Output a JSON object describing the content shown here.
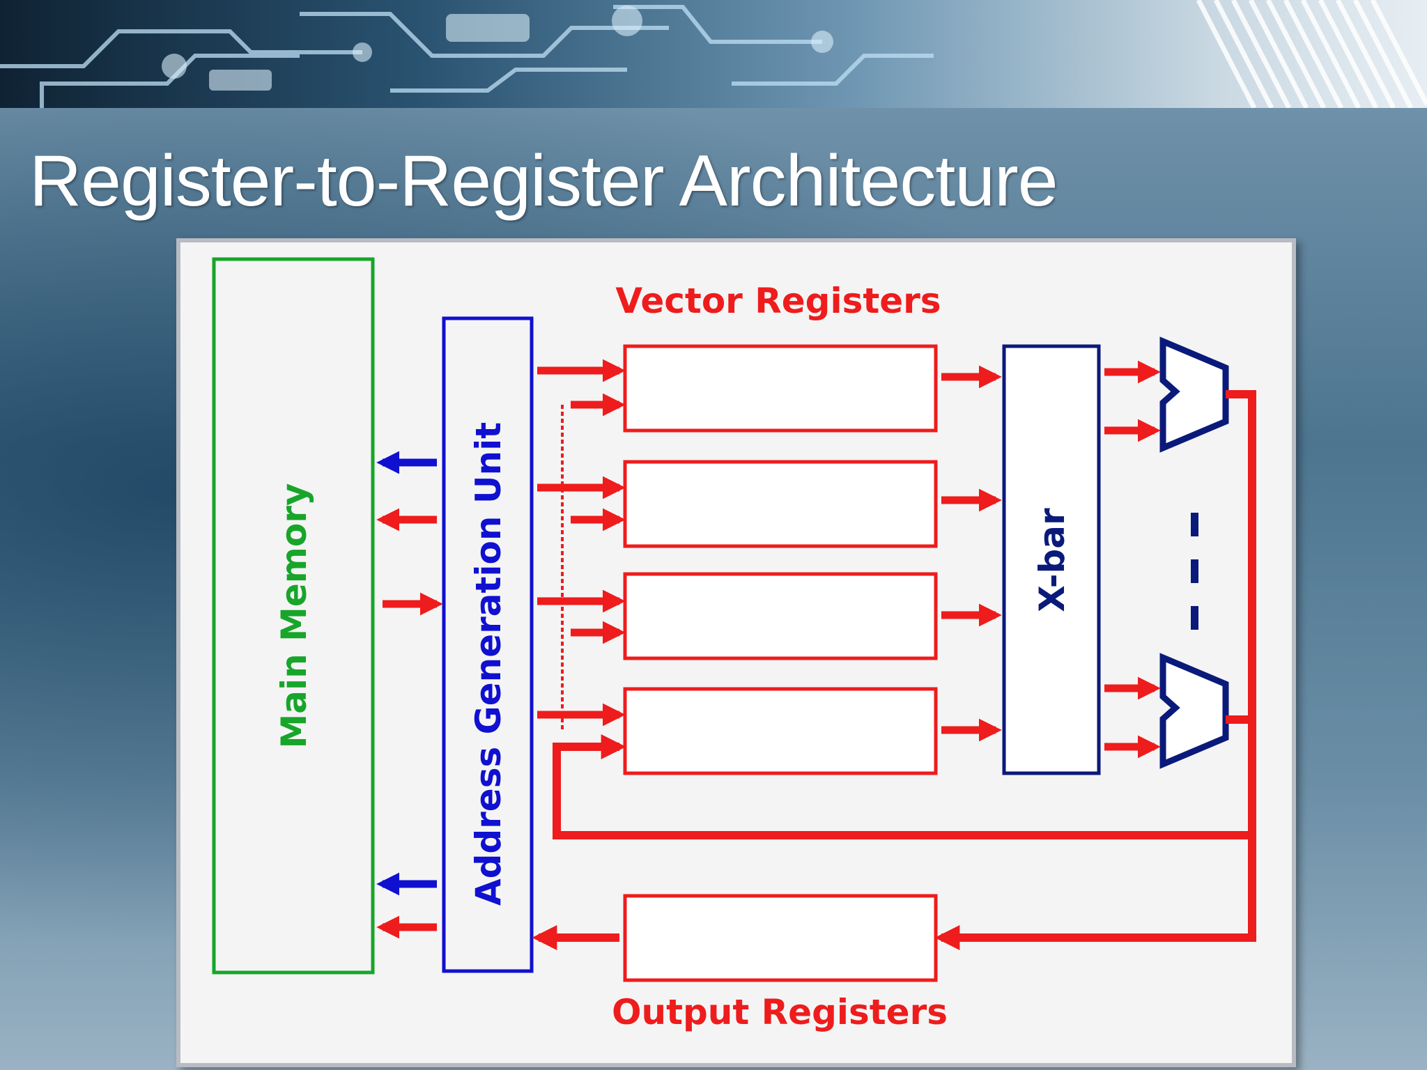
{
  "slide": {
    "title": "Register-to-Register Architecture"
  },
  "diagram": {
    "main_memory_label": "Main Memory",
    "address_unit_label": "Address Generation Unit",
    "vector_registers_label": "Vector Registers",
    "xbar_label": "X-bar",
    "output_registers_label": "Output Registers",
    "vector_register_count": 4,
    "functional_unit_count": 2
  },
  "colors": {
    "memory": "#17a52a",
    "address_unit": "#1010d0",
    "registers": "#ee1c1c",
    "xbar": "#0a1a7a",
    "background_panel": "#f4f4f4"
  }
}
